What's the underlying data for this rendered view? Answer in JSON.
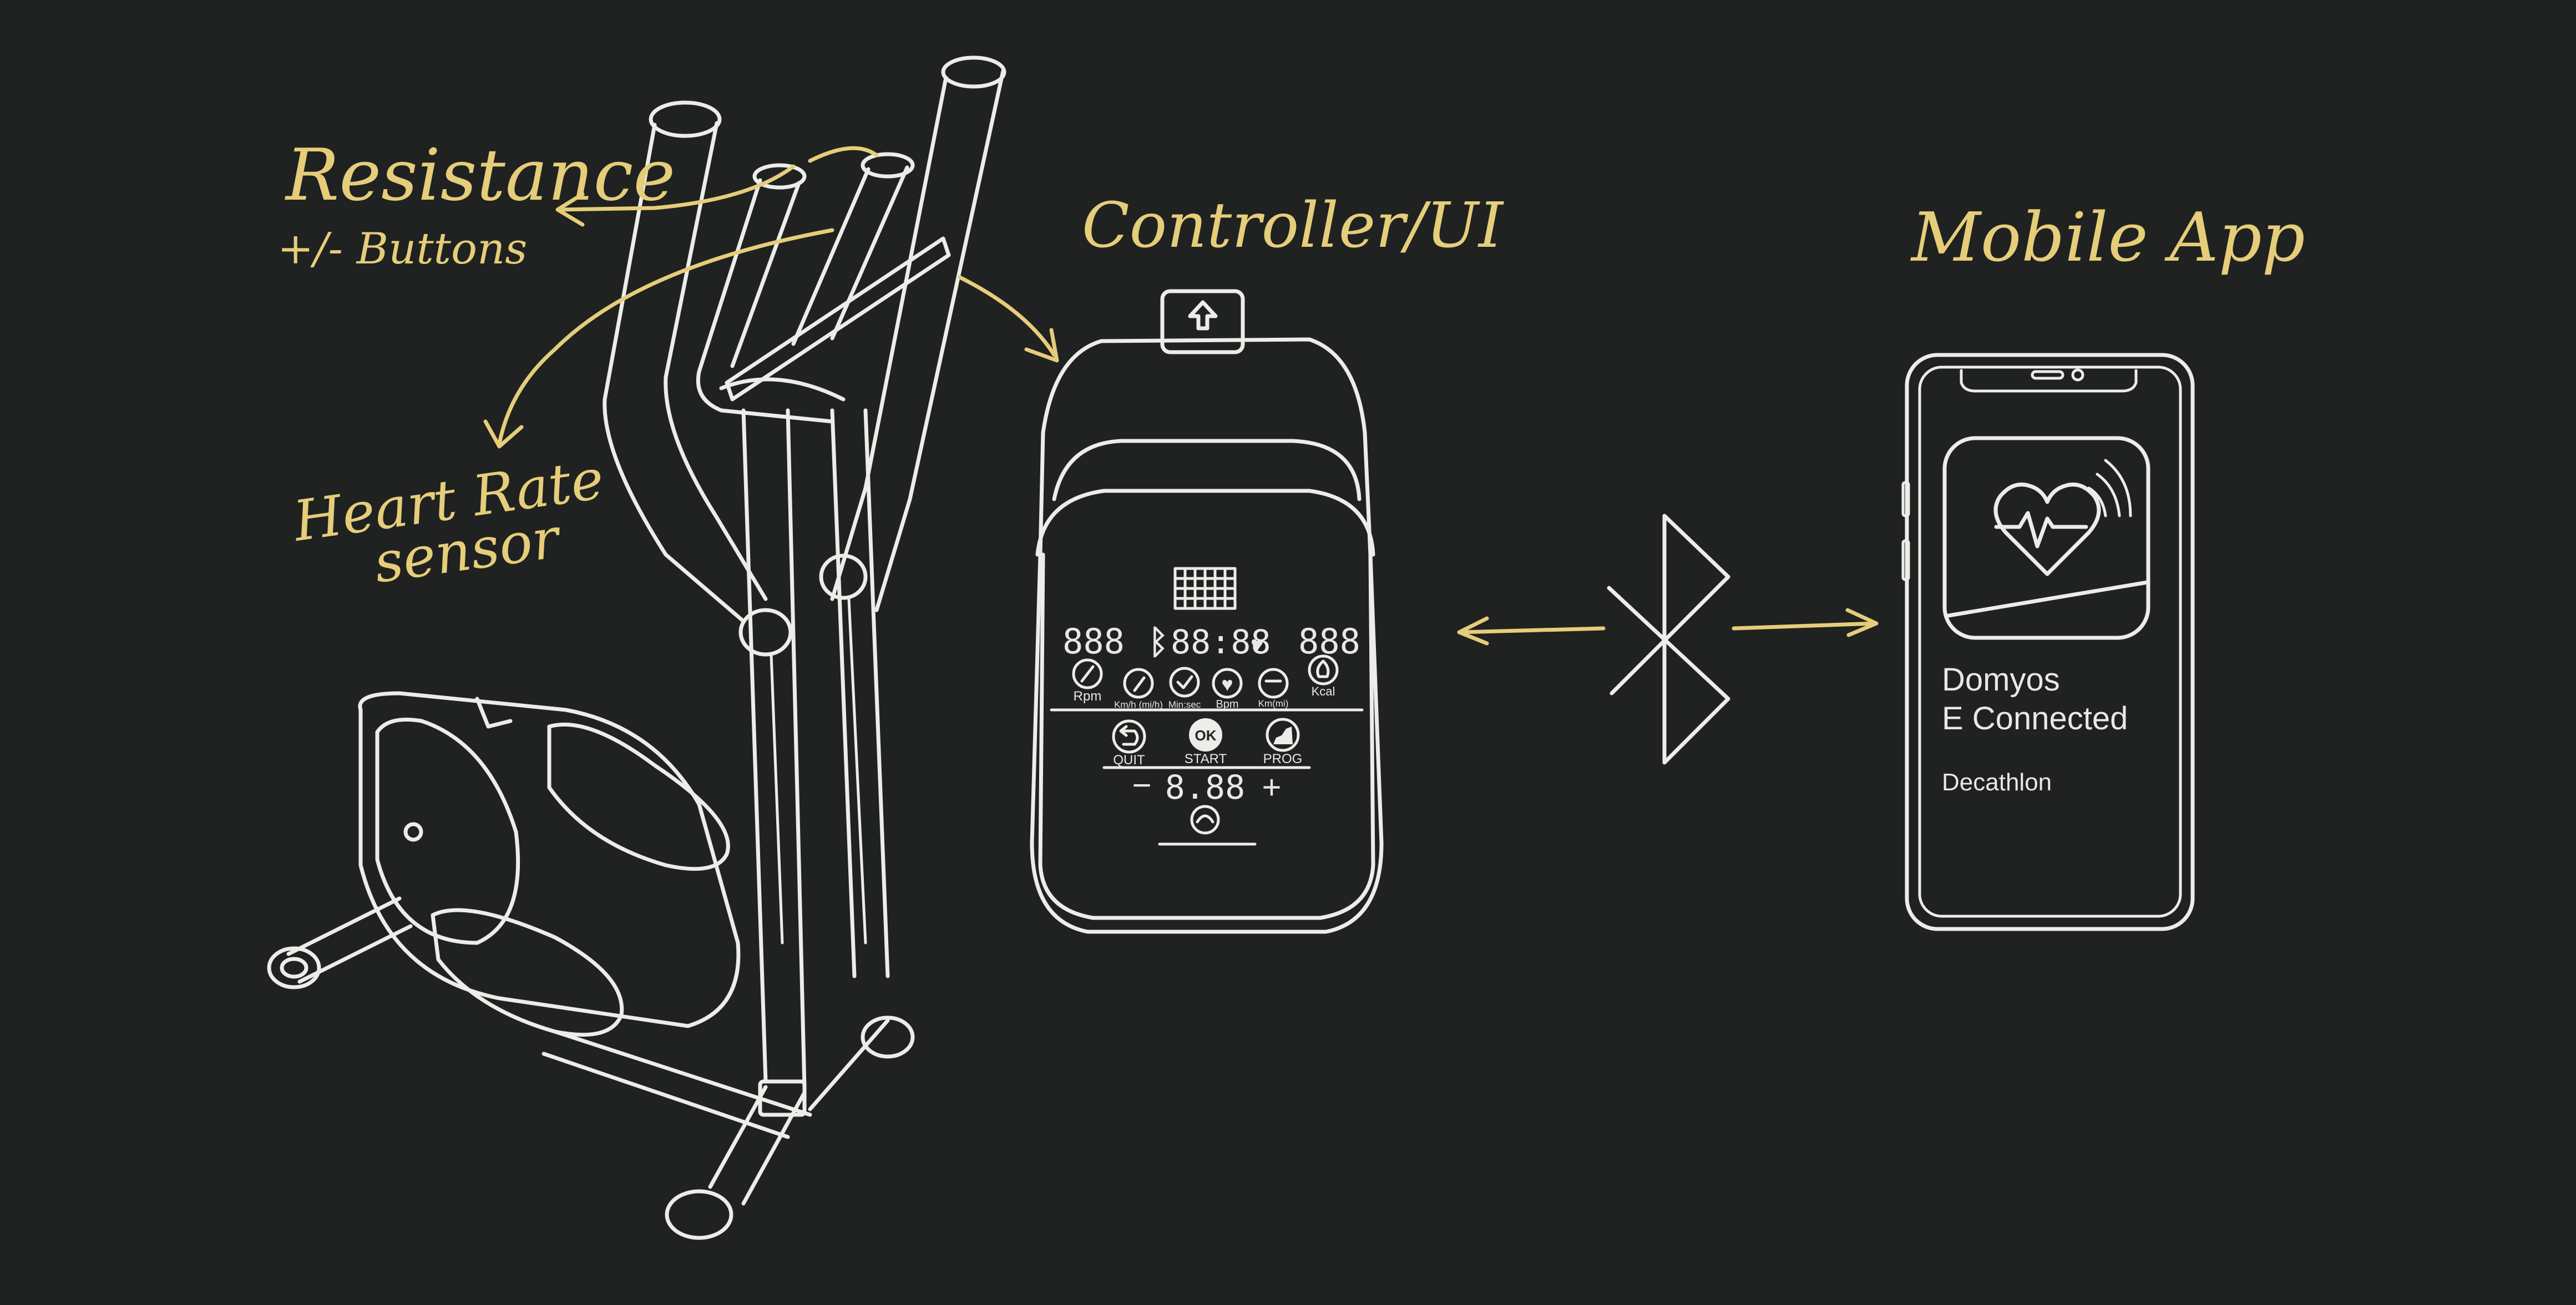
{
  "colors": {
    "background": "#1f2221",
    "line": "#ecece8",
    "accent": "#e6cd7a"
  },
  "labels": {
    "resistance_line1": "Resistance",
    "resistance_line2": "+/-   Buttons",
    "heart_rate_line1": "Heart Rate",
    "heart_rate_line2": "sensor",
    "controller": "Controller/UI",
    "mobile": "Mobile   App"
  },
  "controller": {
    "left_display": "888",
    "center_display": "88:88",
    "right_display": "888",
    "metrics": [
      {
        "label": "Rpm",
        "icon": "gauge-icon"
      },
      {
        "label": "Km/h (mi/h)",
        "icon": "speedometer-icon"
      },
      {
        "label": "Min:sec",
        "icon": "clock-icon"
      },
      {
        "label": "Bpm",
        "icon": "heart-icon"
      },
      {
        "label": "Km(mi)",
        "icon": "distance-icon"
      },
      {
        "label": "Kcal",
        "icon": "flame-icon"
      }
    ],
    "buttons": [
      {
        "label": "QUIT",
        "icon": "back-arrow-icon"
      },
      {
        "label": "START",
        "icon_text": "OK"
      },
      {
        "label": "PROG",
        "icon": "bars-icon"
      }
    ],
    "minus": "−",
    "plus": "+",
    "level_display": "8.88"
  },
  "app": {
    "name_line1": "Domyos",
    "name_line2": "E Connected",
    "publisher": "Decathlon",
    "icon": "heart-pulse-icon"
  }
}
